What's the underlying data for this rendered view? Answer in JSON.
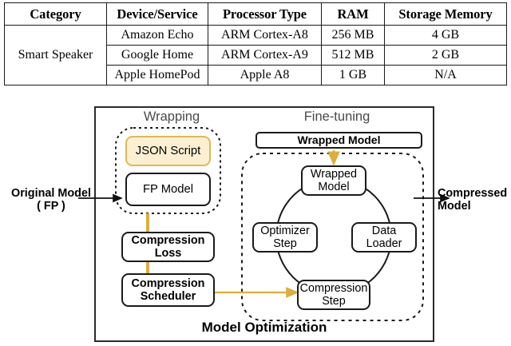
{
  "table": {
    "headers": [
      "Category",
      "Device/Service",
      "Processor Type",
      "RAM",
      "Storage Memory"
    ],
    "category": "Smart Speaker",
    "rows": [
      {
        "device": "Amazon Echo",
        "processor": "ARM Cortex-A8",
        "ram": "256 MB",
        "storage": "4 GB"
      },
      {
        "device": "Google Home",
        "processor": "ARM Cortex-A9",
        "ram": "512 MB",
        "storage": "2 GB"
      },
      {
        "device": "Apple HomePod",
        "processor": "Apple A8",
        "ram": "1 GB",
        "storage": "N/A"
      }
    ]
  },
  "diagram": {
    "input_label": "Original Model\n( FP )",
    "output_label": "Compressed\nModel",
    "caption": "Model Optimization",
    "sections": {
      "wrapping": "Wrapping",
      "finetuning": "Fine-tuning"
    },
    "nodes": {
      "json_script": "JSON Script",
      "fp_model": "FP Model",
      "compression_loss": "Compression\nLoss",
      "compression_scheduler": "Compression\nScheduler",
      "wrapped_model_header": "Wrapped Model",
      "wrapped_model": "Wrapped\nModel",
      "optimizer_step": "Optimizer\nStep",
      "data_loader": "Data\nLoader",
      "compression_step": "Compression\nStep"
    },
    "colors": {
      "accent_gold": "#dcaf3c",
      "json_fill": "#fdf0d2",
      "json_border": "#e0b955",
      "outline": "#1a1a1a",
      "caption_gray": "#4a4a4a"
    }
  }
}
